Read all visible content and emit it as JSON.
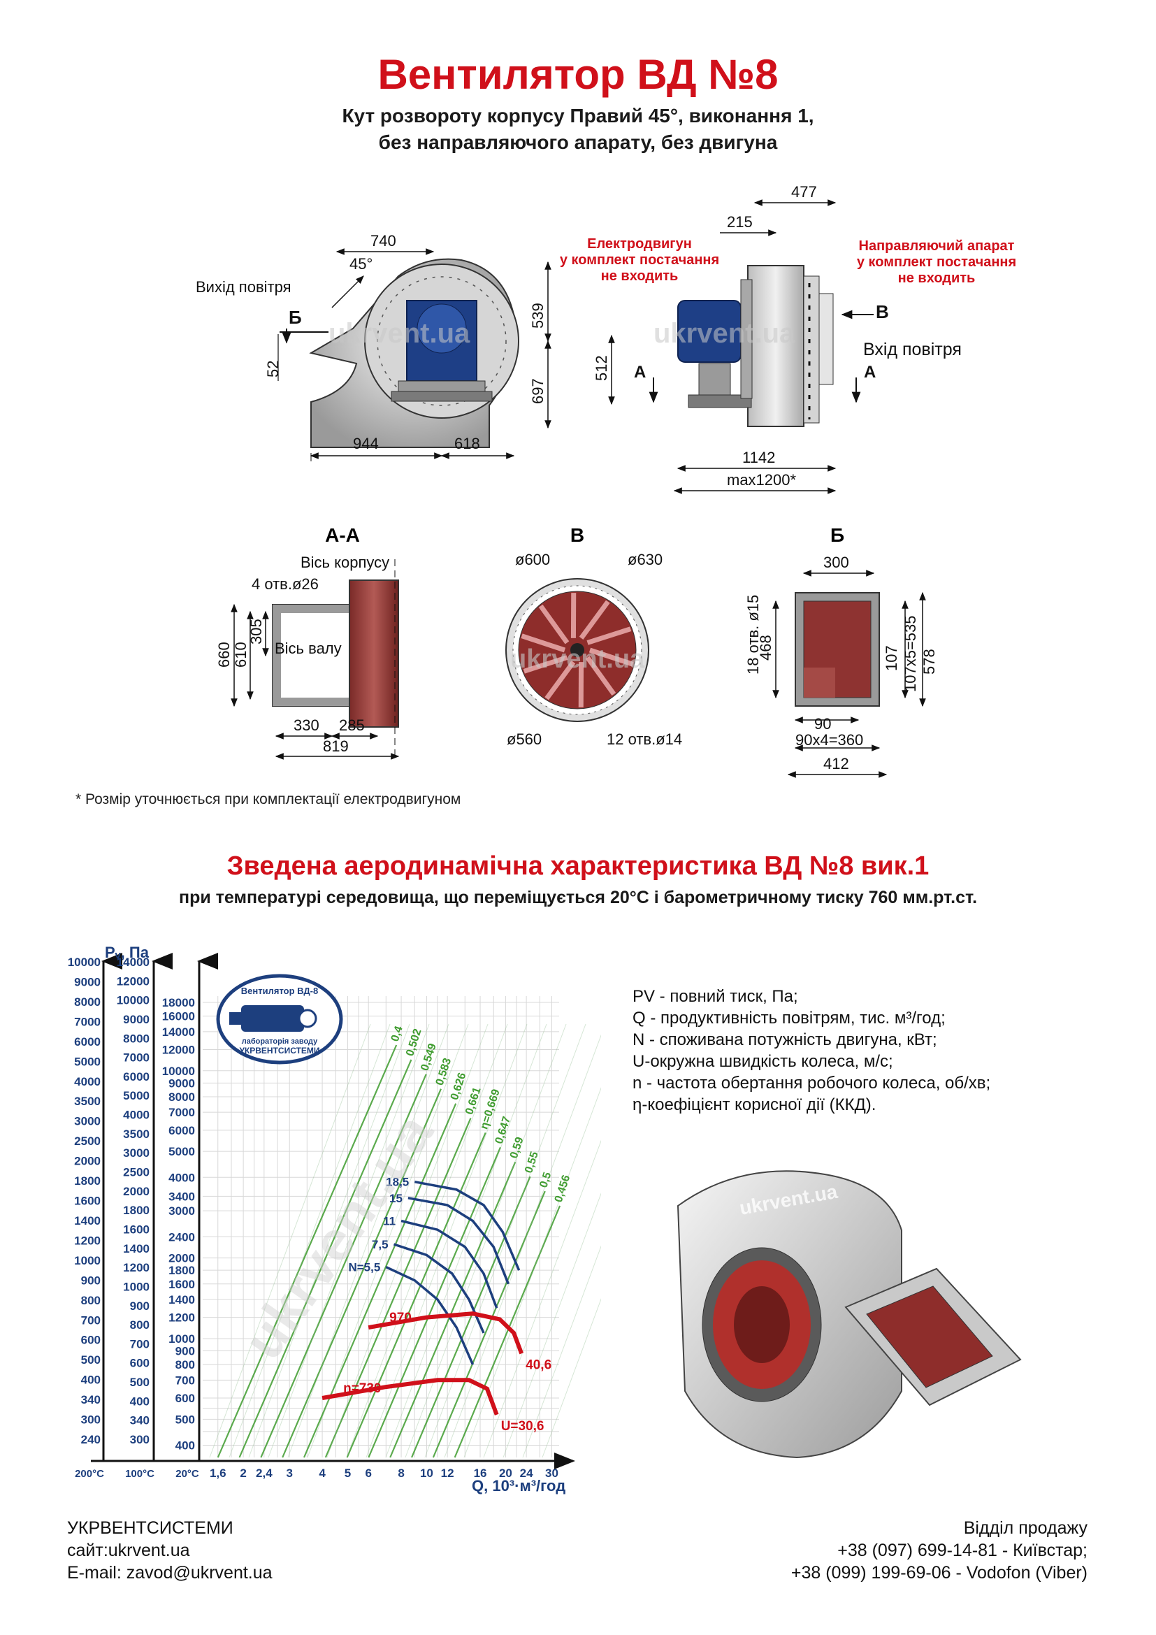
{
  "header": {
    "title": "Вентилятор  ВД №8",
    "subtitle_1": "Кут розвороту корпусу Правий 45°, виконання 1,",
    "subtitle_2": "без направляючого апарату, без двигуна"
  },
  "front_view": {
    "dim_740": "740",
    "angle": "45°",
    "air_out": "Вихід повітря",
    "mark_b": "Б",
    "dim_52": "52",
    "dim_539": "539",
    "dim_697": "697",
    "dim_944": "944",
    "dim_618": "618"
  },
  "side_view": {
    "dim_477": "477",
    "dim_215": "215",
    "motor_note_1": "Електродвигун",
    "motor_note_2": "у комплект постачання",
    "motor_note_3": "не входить",
    "guide_note_1": "Направляючий апарат",
    "guide_note_2": "у комплект постачання",
    "guide_note_3": "не входить",
    "mark_v": "В",
    "air_in": "Вхід повітря",
    "mark_a_left": "А",
    "mark_a_right": "А",
    "dim_512": "512",
    "dim_1142": "1142",
    "dim_max": "max1200*"
  },
  "section_aa": {
    "title": "А-А",
    "axis_body": "Вісь корпусу",
    "holes": "4 отв.ø26",
    "axis_shaft": "Вісь валу",
    "dim_660": "660",
    "dim_610": "610",
    "dim_305": "305",
    "dim_330": "330",
    "dim_285": "285",
    "dim_819": "819"
  },
  "section_v": {
    "title": "В",
    "d600": "ø600",
    "d630": "ø630",
    "d560": "ø560",
    "holes": "12 отв.ø14"
  },
  "section_b": {
    "title": "Б",
    "dim_300": "300",
    "holes": "18 отв. ø15",
    "dim_468": "468",
    "dim_107": "107",
    "dim_107x5": "107x5=535",
    "dim_578": "578",
    "dim_90": "90",
    "dim_90x4": "90x4=360",
    "dim_412": "412"
  },
  "watermark": "ukrvent.ua",
  "footnote": "* Розмір уточнюється при комплектації електродвигуном",
  "chart_section": {
    "title": "Зведена аеродинамічна характеристика ВД №8 вик.1",
    "subtitle": "при температурі середовища, що переміщується 20°С і барометричному тиску 760 мм.рт.ст."
  },
  "logo": {
    "line_1": "Вентилятор ВД-8",
    "line_2": "лабораторія заводу",
    "line_3": "УКРВЕНТСИСТЕМИ"
  },
  "legend": [
    "PV - повний тиск, Па;",
    "Q - продуктивність повітрям, тис. м³/год;",
    "N - споживана потужність двигуна, кВт;",
    "U-окружна швидкість колеса, м/с;",
    "n - частота обертання робочого колеса, об/хв;",
    "η-коефіцієнт корисної дії (ККД)."
  ],
  "chart_data": {
    "type": "line",
    "title": "",
    "ylabel": "Pᵥ, Па",
    "xlabel": "Q, 10³·м³/год",
    "x_scale": "log",
    "y_scale": "log",
    "x_ticks": [
      "1,6",
      "2",
      "2,4",
      "3",
      "4",
      "5",
      "6",
      "8",
      "10",
      "12",
      "16",
      "20",
      "24",
      "30"
    ],
    "x_temp_labels": [
      "200°С",
      "100°С",
      "20°С"
    ],
    "y_axis_200C": [
      "10000",
      "9000",
      "8000",
      "7000",
      "6000",
      "5000",
      "4000",
      "3500",
      "3000",
      "2500",
      "2000",
      "1800",
      "1600",
      "1400",
      "1200",
      "1000",
      "900",
      "800",
      "700",
      "600",
      "500",
      "400",
      "340",
      "300",
      "240"
    ],
    "y_axis_100C": [
      "14000",
      "12000",
      "10000",
      "9000",
      "8000",
      "7000",
      "6000",
      "5000",
      "4000",
      "3500",
      "3000",
      "2500",
      "2000",
      "1800",
      "1600",
      "1400",
      "1200",
      "1000",
      "900",
      "800",
      "700",
      "600",
      "500",
      "400",
      "340",
      "300"
    ],
    "y_axis_20C": [
      "18000",
      "16000",
      "14000",
      "12000",
      "10000",
      "9000",
      "8000",
      "7000",
      "6000",
      "5000",
      "4000",
      "3400",
      "3000",
      "2400",
      "2000",
      "1800",
      "1600",
      "1400",
      "1200",
      "1000",
      "900",
      "800",
      "700",
      "600",
      "500",
      "400"
    ],
    "power_curves": [
      {
        "label": "N=5,5",
        "points": [
          [
            7.0,
            1850
          ],
          [
            9.0,
            1650
          ],
          [
            11.0,
            1400
          ],
          [
            13.0,
            1100
          ],
          [
            15.0,
            800
          ]
        ]
      },
      {
        "label": "7,5",
        "points": [
          [
            7.5,
            2250
          ],
          [
            10.0,
            2050
          ],
          [
            12.5,
            1750
          ],
          [
            14.5,
            1400
          ],
          [
            16.5,
            1050
          ]
        ]
      },
      {
        "label": "11",
        "points": [
          [
            8.0,
            2750
          ],
          [
            11.0,
            2550
          ],
          [
            14.0,
            2200
          ],
          [
            16.5,
            1750
          ],
          [
            18.5,
            1300
          ]
        ]
      },
      {
        "label": "15",
        "points": [
          [
            8.5,
            3350
          ],
          [
            12.0,
            3150
          ],
          [
            15.0,
            2750
          ],
          [
            18.0,
            2200
          ],
          [
            20.5,
            1600
          ]
        ]
      },
      {
        "label": "18,5",
        "points": [
          [
            9.0,
            3850
          ],
          [
            13.0,
            3600
          ],
          [
            16.5,
            3150
          ],
          [
            19.5,
            2500
          ],
          [
            22.5,
            1800
          ]
        ]
      }
    ],
    "speed_curves": [
      {
        "label": "970",
        "end_label": "40,6",
        "points": [
          [
            6.0,
            1100
          ],
          [
            10.0,
            1200
          ],
          [
            15.0,
            1240
          ],
          [
            19.0,
            1180
          ],
          [
            21.5,
            1050
          ],
          [
            23.0,
            880
          ]
        ]
      },
      {
        "label": "n=730",
        "end_label": "U=30,6",
        "points": [
          [
            4.0,
            600
          ],
          [
            7.0,
            660
          ],
          [
            11.0,
            700
          ],
          [
            14.5,
            700
          ],
          [
            17.0,
            650
          ],
          [
            18.5,
            520
          ]
        ]
      }
    ],
    "efficiency_labels": [
      "0,4",
      "0,502",
      "0,549",
      "0,583",
      "0,626",
      "0,661",
      "η=0,669",
      "0,647",
      "0,59",
      "0,55",
      "0,5",
      "0,456"
    ]
  },
  "footer": {
    "company": "УКРВЕНТСИСТЕМИ",
    "site": "сайт:ukrvent.ua",
    "email": "E-mail: zavod@ukrvent.ua",
    "sales": "Відділ продажу",
    "phone_1": "+38 (097) 699-14-81 - Київстар;",
    "phone_2": "+38 (099) 199-69-06 - Vodofon (Viber)"
  }
}
